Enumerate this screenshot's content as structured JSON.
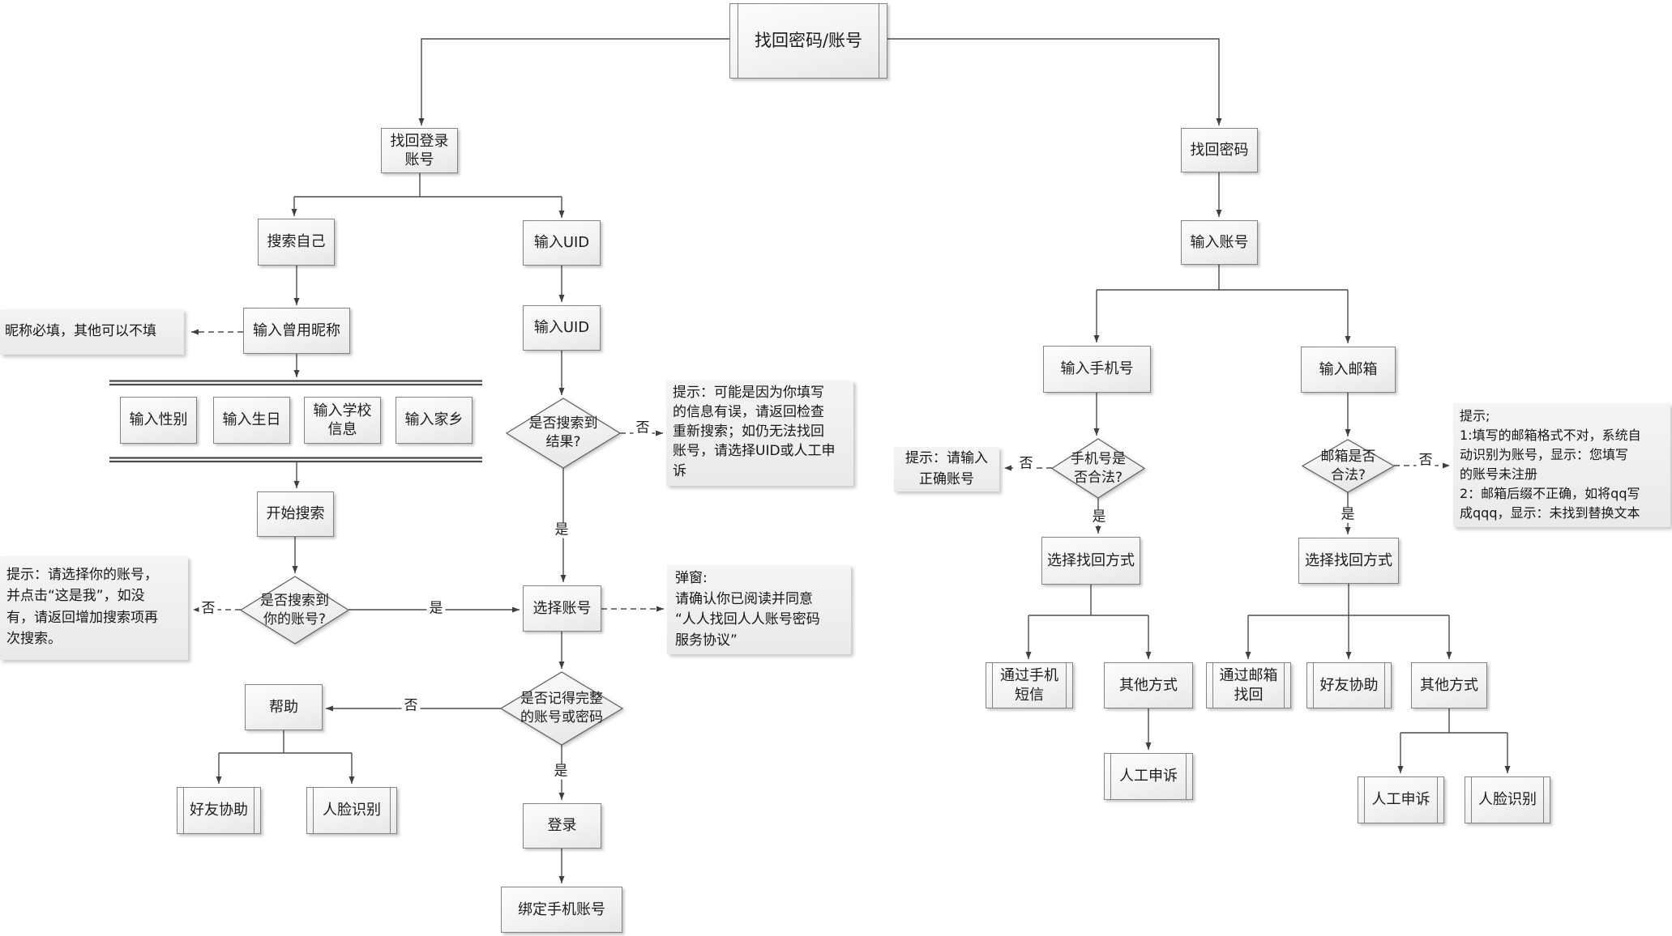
{
  "diagram": {
    "title": "找回密码/账号",
    "labels": {
      "yes": "是",
      "no": "否"
    },
    "nodes": {
      "root": "找回密码/账号",
      "recover_login": "找回登录\n账号",
      "search_self": "搜索自己",
      "input_uid_1": "输入UID",
      "input_uid_2": "输入UID",
      "input_prev_nickname": "输入曾用昵称",
      "input_gender": "输入性别",
      "input_birthday": "输入生日",
      "input_school": "输入学校\n信息",
      "input_hometown": "输入家乡",
      "start_search": "开始搜索",
      "select_account": "选择账号",
      "help": "帮助",
      "friend_assist_left": "好友协助",
      "face_recognition_left": "人脸识别",
      "login": "登录",
      "bind_phone": "绑定手机账号",
      "recover_password": "找回密码",
      "input_account": "输入账号",
      "input_phone": "输入手机号",
      "select_method_phone": "选择找回方式",
      "via_sms": "通过手机\n短信",
      "other_method_phone": "其他方式",
      "manual_appeal_phone": "人工申诉",
      "input_email": "输入邮箱",
      "select_method_email": "选择找回方式",
      "via_email": "通过邮箱\n找回",
      "friend_assist_right": "好友协助",
      "other_method_email": "其他方式",
      "manual_appeal_right": "人工申诉",
      "face_recognition_right": "人脸识别"
    },
    "decisions": {
      "found_your_account": "是否搜索到\n你的账号?",
      "found_results": "是否搜索到\n结果?",
      "remember_full": "是否记得完整\n的账号或密码",
      "phone_valid": "手机号是\n否合法?",
      "email_valid": "邮箱是否\n合法?"
    },
    "callouts": {
      "nickname": "昵称必填，其他可以不填",
      "select_account_tip": "提示：请选择你的账号，\n并点击“这是我”，如没\n有，请返回增加搜索项再\n次搜索。",
      "search_fail_tip": "提示：可能是因为你填写\n的信息有误，请返回检查\n重新搜索；如仍无法找回\n账号，请选择UID或人工申\n诉",
      "agreement_popup": "弹窗:\n请确认你已阅读并同意\n“人人找回人人账号密码\n服务协议”",
      "correct_account_tip": "提示：请输入\n正确账号",
      "email_format_tip": "提示;\n1:填写的邮箱格式不对，系统自\n动识别为账号，显示：您填写\n的账号未注册\n2：邮箱后缀不正确，如将qq写\n成qqq，显示：未找到替换文本"
    },
    "colors": {
      "line": "#4d4d4d",
      "box_border": "#848484",
      "box_fill_top": "#fdfdfd",
      "box_fill_bottom": "#e7e7e7",
      "callout_fill": "#efefef",
      "text": "#1c1c1c",
      "background": "#ffffff"
    }
  }
}
